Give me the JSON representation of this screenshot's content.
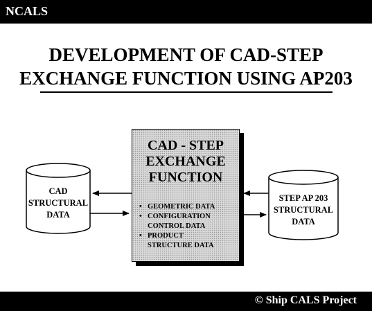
{
  "header": {
    "label": "NCALS"
  },
  "title": {
    "line1": "DEVELOPMENT OF CAD-STEP",
    "line2": "EXCHANGE FUNCTION USING AP203"
  },
  "left_cylinder": {
    "lines": [
      "CAD",
      "STRUCTURAL",
      "DATA"
    ]
  },
  "center_box": {
    "title_lines": [
      "CAD - STEP",
      "EXCHANGE",
      "FUNCTION"
    ],
    "bullets": [
      {
        "lines": [
          "GEOMETRIC DATA"
        ]
      },
      {
        "lines": [
          "CONFIGURATION",
          "CONTROL DATA"
        ]
      },
      {
        "lines": [
          "PRODUCT",
          "STRUCTURE DATA"
        ]
      }
    ]
  },
  "right_cylinder": {
    "lines": [
      "STEP AP 203",
      "STRUCTURAL",
      "DATA"
    ]
  },
  "footer": {
    "credit": "© Ship CALS  Project"
  }
}
